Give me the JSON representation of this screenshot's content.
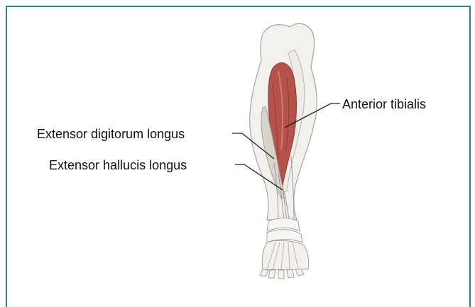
{
  "figure": {
    "labels": {
      "anterior_tibialis": "Anterior tibialis",
      "extensor_digitorum_longus": "Extensor digitorum longus",
      "extensor_hallucis_longus": "Extensor hallucis longus"
    },
    "colors": {
      "border": "#2f7f86",
      "muscle_highlight": "#b5524a",
      "muscle_shadow": "#8e3a35",
      "bone_tendon": "#ece9e4",
      "outline": "#a7a39c",
      "leader_line": "#222222"
    }
  }
}
